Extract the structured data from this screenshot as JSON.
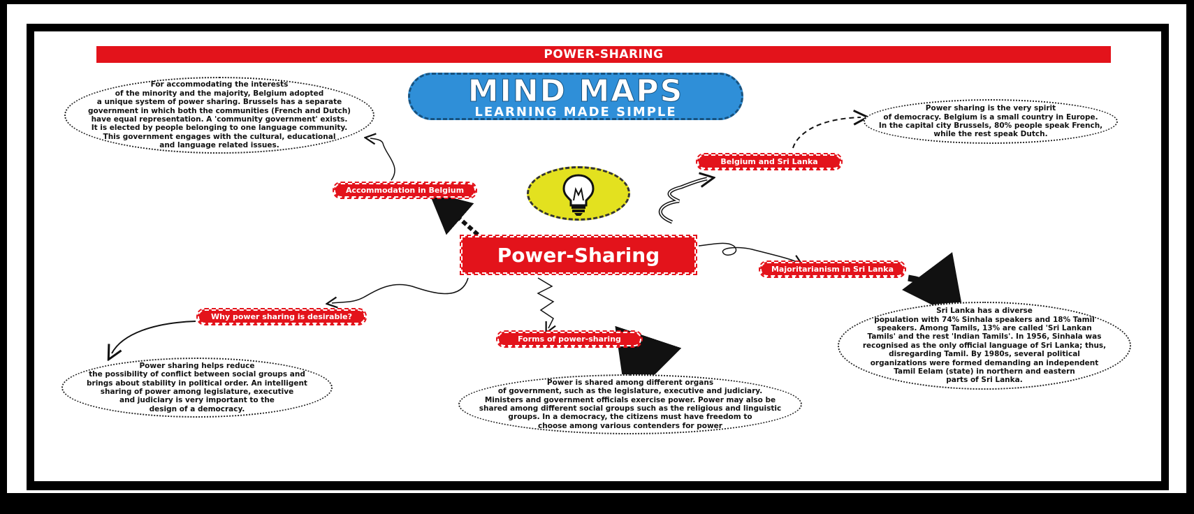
{
  "banner": "POWER-SHARING",
  "logo": {
    "title": "MIND MAPS",
    "subtitle": "LEARNING MADE SIMPLE"
  },
  "center": "Power-Sharing",
  "tags": {
    "accommodation": "Accommodation in Belgium",
    "belgium_sri_lanka": "Belgium and Sri Lanka",
    "majoritarianism": "Majoritarianism in Sri Lanka",
    "why_desirable": "Why power sharing is desirable?",
    "forms": "Forms of power-sharing"
  },
  "bubbles": {
    "accommodation": "For accommodating the interests\nof the minority and the majority, Belgium adopted\na unique system of power sharing. Brussels has a separate\ngovernment in which both the communities (French and Dutch)\nhave equal representation. A 'community government' exists.\nIt is elected by people belonging to one language community.\nThis government engages with the cultural, educational\nand language related issues.",
    "belgium_sri_lanka": "Power sharing is the very spirit\nof democracy. Belgium is a small country in Europe.\nIn the capital city Brussels, 80% people speak French,\nwhile the rest speak Dutch.",
    "majoritarianism": "Sri Lanka has a diverse\npopulation with 74% Sinhala speakers and 18% Tamil\nspeakers. Among Tamils, 13% are called 'Sri Lankan\nTamils' and the rest 'Indian Tamils'. In 1956, Sinhala was\nrecognised as the only official language of Sri Lanka; thus,\ndisregarding Tamil. By 1980s, several political\norganizations were formed demanding an independent\nTamil Eelam (state) in northern and eastern\nparts of Sri Lanka.",
    "why_desirable": "Power sharing helps reduce\nthe possibility of conflict between social groups and\nbrings about stability in political order. An intelligent\nsharing of power among legislature, executive\nand judiciary is very important to the\ndesign of a democracy.",
    "forms": "Power is shared among different organs\nof government, such as the legislature, executive and judiciary.\nMinisters and government officials exercise power. Power may also be\nshared among different social groups such as the religious and linguistic\ngroups.  In a democracy, the citizens must have freedom to\nchoose among various contenders for power"
  },
  "colors": {
    "accent_red": "#e3131b",
    "logo_blue": "#2f8fd8",
    "bulb_yellow": "#e3e11f"
  },
  "icons": [
    "light-bulb-icon",
    "arrow-icon"
  ]
}
